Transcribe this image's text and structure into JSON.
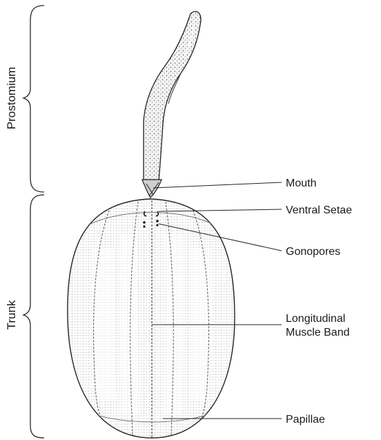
{
  "diagram": {
    "regions": [
      {
        "id": "prostomium",
        "label": "Prostomium"
      },
      {
        "id": "trunk",
        "label": "Trunk"
      }
    ],
    "labels": [
      {
        "id": "mouth",
        "lines": [
          "Mouth"
        ]
      },
      {
        "id": "ventral-setae",
        "lines": [
          "Ventral Setae"
        ]
      },
      {
        "id": "gonopores",
        "lines": [
          "Gonopores"
        ]
      },
      {
        "id": "longitudinal-muscle-band",
        "lines": [
          "Longitudinal",
          "Muscle Band"
        ]
      },
      {
        "id": "papillae",
        "lines": [
          "Papillae"
        ]
      }
    ]
  }
}
